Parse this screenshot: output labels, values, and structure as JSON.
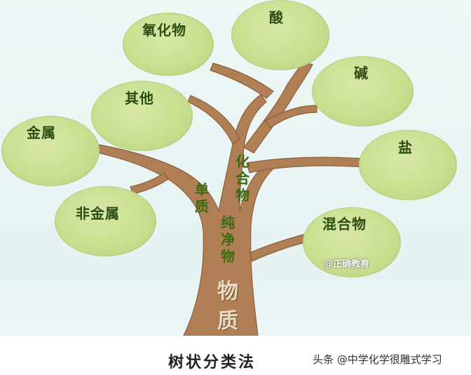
{
  "nodes": {
    "oxide": "氧化物",
    "acid": "酸",
    "base": "碱",
    "other": "其他",
    "metal": "金属",
    "salt": "盐",
    "nonmetal": "非金属",
    "mixture": "混合物"
  },
  "trunk": {
    "compound": "化合物",
    "element": "单质",
    "pure": "纯净物",
    "matter": "物质"
  },
  "watermark": "@正确教育",
  "caption": "树状分类法",
  "source": "头条 @中学化学很雕式学习",
  "colors": {
    "trunk": "#b07f55",
    "trunk_edge": "#8a5f3a",
    "node_fill": "#c9df90",
    "text_green": "#2e4d15"
  }
}
